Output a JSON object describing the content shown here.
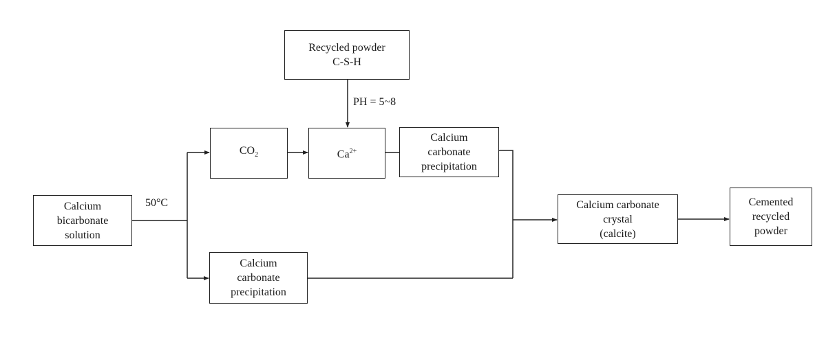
{
  "diagram": {
    "nodes": {
      "recycled_powder": {
        "lines": [
          "Recycled powder",
          "C-S-H"
        ]
      },
      "co2": {
        "main": "CO",
        "sub": "2"
      },
      "ca_ion": {
        "main": "Ca",
        "sup": "2+"
      },
      "precip_top": {
        "lines": [
          "Calcium",
          "carbonate",
          "precipitation"
        ]
      },
      "bicarbonate": {
        "lines": [
          "Calcium",
          "bicarbonate",
          "solution"
        ]
      },
      "precip_bottom": {
        "lines": [
          "Calcium",
          "carbonate",
          "precipitation"
        ]
      },
      "calcite": {
        "lines": [
          "Calcium carbonate",
          "crystal",
          "(calcite)"
        ]
      },
      "cemented": {
        "lines": [
          "Cemented",
          "recycled",
          "powder"
        ]
      }
    },
    "labels": {
      "ph": "PH = 5~8",
      "temperature": "50°C"
    },
    "edges": [
      {
        "from": "recycled_powder",
        "to": "ca_ion",
        "label": "PH = 5~8"
      },
      {
        "from": "bicarbonate",
        "to": "co2",
        "label": "50°C"
      },
      {
        "from": "bicarbonate",
        "to": "precip_bottom",
        "label": "50°C"
      },
      {
        "from": "co2",
        "to": "ca_ion"
      },
      {
        "from": "ca_ion",
        "to": "precip_top"
      },
      {
        "from": "precip_top",
        "to": "calcite"
      },
      {
        "from": "precip_bottom",
        "to": "calcite"
      },
      {
        "from": "calcite",
        "to": "cemented"
      }
    ]
  }
}
